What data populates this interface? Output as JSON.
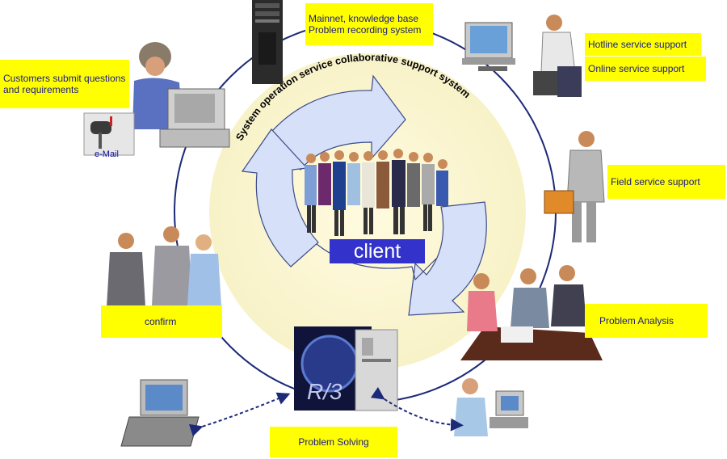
{
  "ring_text": "System operation service collaborative support system",
  "center": {
    "label": "client"
  },
  "labels": {
    "mainnet": "Mainnet, knowledge base\nProblem recording system",
    "hotline": "Hotline service support",
    "online": "Online service support",
    "field": "Field service support",
    "analysis": "Problem Analysis",
    "solving": "Problem Solving",
    "confirm": "confirm",
    "customers": "Customers submit questions\nand requirements"
  },
  "email_text": "e-Mail",
  "logo_text": "R/3",
  "colors": {
    "label_bg": "#ffff00",
    "label_text": "#1a1a8a",
    "ring": "#1c2a78",
    "halo": "#fbf7d2",
    "arrow_fill": "#d6e0f8",
    "client_bg": "#3333cc"
  }
}
